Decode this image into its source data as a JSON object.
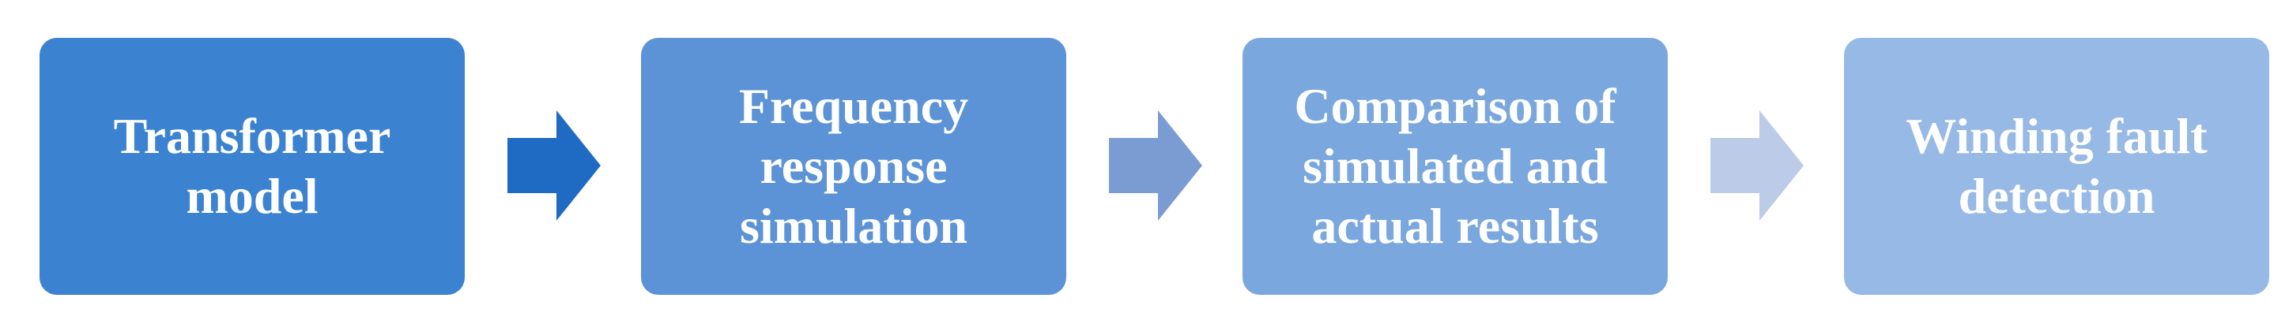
{
  "flowchart": {
    "steps": [
      {
        "label": "Transformer\nmodel",
        "color": "#3b82d1"
      },
      {
        "label": "Frequency\nresponse\nsimulation",
        "color": "#5b93d6"
      },
      {
        "label": "Comparison of\nsimulated and\nactual results",
        "color": "#7aa7dd"
      },
      {
        "label": "Winding fault\ndetection",
        "color": "#97b9e5"
      }
    ],
    "arrows": [
      {
        "color": "#1f6bc4"
      },
      {
        "color": "#7b9bd3"
      },
      {
        "color": "#bccbe8"
      }
    ]
  }
}
